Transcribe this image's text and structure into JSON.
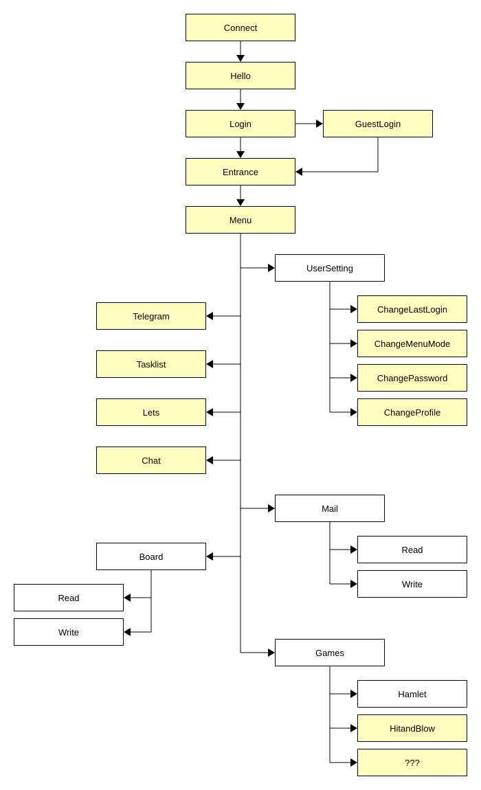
{
  "colors": {
    "highlight": "#ffffc0",
    "plain": "#ffffff",
    "line": "#000000"
  },
  "nodes": {
    "connect": {
      "label": "Connect",
      "highlighted": true
    },
    "hello": {
      "label": "Hello",
      "highlighted": true
    },
    "login": {
      "label": "Login",
      "highlighted": true
    },
    "guest_login": {
      "label": "GuestLogin",
      "highlighted": true
    },
    "entrance": {
      "label": "Entrance",
      "highlighted": true
    },
    "menu": {
      "label": "Menu",
      "highlighted": true
    },
    "user_setting": {
      "label": "UserSetting",
      "highlighted": false
    },
    "change_last_login": {
      "label": "ChangeLastLogin",
      "highlighted": true
    },
    "change_menu_mode": {
      "label": "ChangeMenuMode",
      "highlighted": true
    },
    "change_password": {
      "label": "ChangePassword",
      "highlighted": true
    },
    "change_profile": {
      "label": "ChangeProfile",
      "highlighted": true
    },
    "telegram": {
      "label": "Telegram",
      "highlighted": true
    },
    "tasklist": {
      "label": "Tasklist",
      "highlighted": true
    },
    "lets": {
      "label": "Lets",
      "highlighted": true
    },
    "chat": {
      "label": "Chat",
      "highlighted": true
    },
    "mail": {
      "label": "Mail",
      "highlighted": false
    },
    "mail_read": {
      "label": "Read",
      "highlighted": false
    },
    "mail_write": {
      "label": "Write",
      "highlighted": false
    },
    "board": {
      "label": "Board",
      "highlighted": false
    },
    "board_read": {
      "label": "Read",
      "highlighted": false
    },
    "board_write": {
      "label": "Write",
      "highlighted": false
    },
    "games": {
      "label": "Games",
      "highlighted": false
    },
    "hamlet": {
      "label": "Hamlet",
      "highlighted": false
    },
    "hit_and_blow": {
      "label": "HitandBlow",
      "highlighted": true
    },
    "unknown_game": {
      "label": "???",
      "highlighted": true
    }
  },
  "edges": [
    [
      "connect",
      "hello"
    ],
    [
      "hello",
      "login"
    ],
    [
      "login",
      "guest_login"
    ],
    [
      "login",
      "entrance"
    ],
    [
      "guest_login",
      "entrance"
    ],
    [
      "entrance",
      "menu"
    ],
    [
      "menu",
      "user_setting"
    ],
    [
      "menu",
      "telegram"
    ],
    [
      "menu",
      "tasklist"
    ],
    [
      "menu",
      "lets"
    ],
    [
      "menu",
      "chat"
    ],
    [
      "menu",
      "mail"
    ],
    [
      "menu",
      "board"
    ],
    [
      "menu",
      "games"
    ],
    [
      "user_setting",
      "change_last_login"
    ],
    [
      "user_setting",
      "change_menu_mode"
    ],
    [
      "user_setting",
      "change_password"
    ],
    [
      "user_setting",
      "change_profile"
    ],
    [
      "mail",
      "mail_read"
    ],
    [
      "mail",
      "mail_write"
    ],
    [
      "board",
      "board_read"
    ],
    [
      "board",
      "board_write"
    ],
    [
      "games",
      "hamlet"
    ],
    [
      "games",
      "hit_and_blow"
    ],
    [
      "games",
      "unknown_game"
    ]
  ]
}
